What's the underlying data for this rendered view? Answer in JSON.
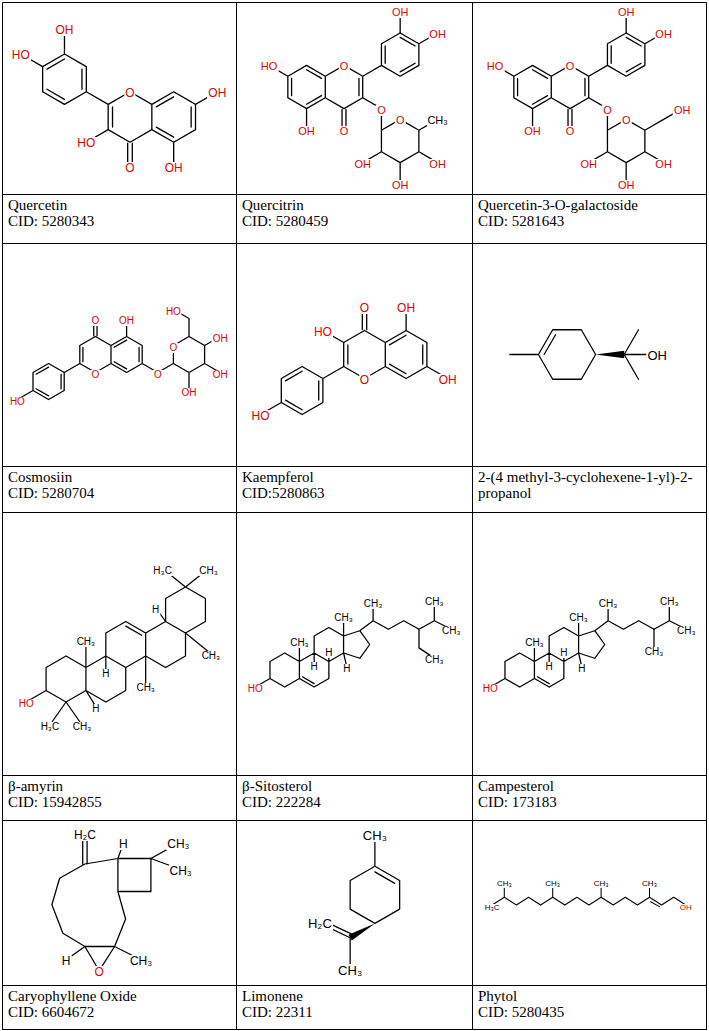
{
  "diagram": {
    "nodes": [
      {
        "text": [
          "Quercetin",
          "CID: 5280343"
        ]
      },
      {
        "text": [
          "Quercitrin",
          "CID: 5280459"
        ]
      },
      {
        "text": [
          "Quercetin-3-O-galactoside",
          "CID: 5281643"
        ]
      },
      {
        "text": [
          "Cosmosiin",
          "CID: 5280704"
        ]
      },
      {
        "text": [
          "Kaempferol",
          "CID:5280863"
        ]
      },
      {
        "text": [
          "2-(4 methyl-3-cyclohexene-1-yl)-2-propanol"
        ]
      },
      {
        "text": [
          "β-amyrin",
          "CID: 15942855"
        ]
      },
      {
        "text": [
          "β-Sitosterol",
          "CID: 222284"
        ]
      },
      {
        "text": [
          "Campesterol",
          "CID: 173183"
        ]
      },
      {
        "text": [
          "Caryophyllene Oxide",
          "CID: 6604672"
        ]
      },
      {
        "text": [
          "Limonene",
          "CID: 22311"
        ]
      },
      {
        "text": [
          "Phytol",
          "CID: 5280435"
        ]
      }
    ],
    "labels": [
      "OH",
      "HO",
      "O",
      "OH",
      "HO",
      "O",
      "OH",
      "OH",
      "OH",
      "HO",
      "O",
      "O",
      "O",
      "CH₃",
      "OH",
      "O",
      "OH",
      "OH",
      "OH",
      "OH",
      "OH",
      "HO",
      "O",
      "O",
      "OH",
      "O",
      "OH",
      "O",
      "OH",
      "OH",
      "OH",
      "HO",
      "O",
      "OH",
      "OH",
      "O",
      "O",
      "O",
      "OH",
      "OH",
      "HO",
      "O",
      "OH",
      "HO",
      "O",
      "OH",
      "HO",
      "OH",
      "H₃C",
      "CH₃",
      "H",
      "CH₃",
      "CH₃",
      "H",
      "CH₃",
      "HO",
      "H",
      "H₃C",
      "CH₃",
      "CH₃",
      "CH₃",
      "CH₃",
      "CH₃",
      "CH₃",
      "H",
      "CH₃",
      "H",
      "H",
      "HO",
      "CH₃",
      "CH₃",
      "CH₃",
      "CH₃",
      "CH₃",
      "CH₃",
      "H",
      "H",
      "H",
      "HO",
      "H₂C",
      "H",
      "CH₃",
      "CH₃",
      "H",
      "CH₃",
      "O",
      "CH₃",
      "H₂C",
      "CH₃",
      "H₃C",
      "CH₃",
      "CH₃",
      "CH₃",
      "CH₃",
      "OH"
    ]
  }
}
